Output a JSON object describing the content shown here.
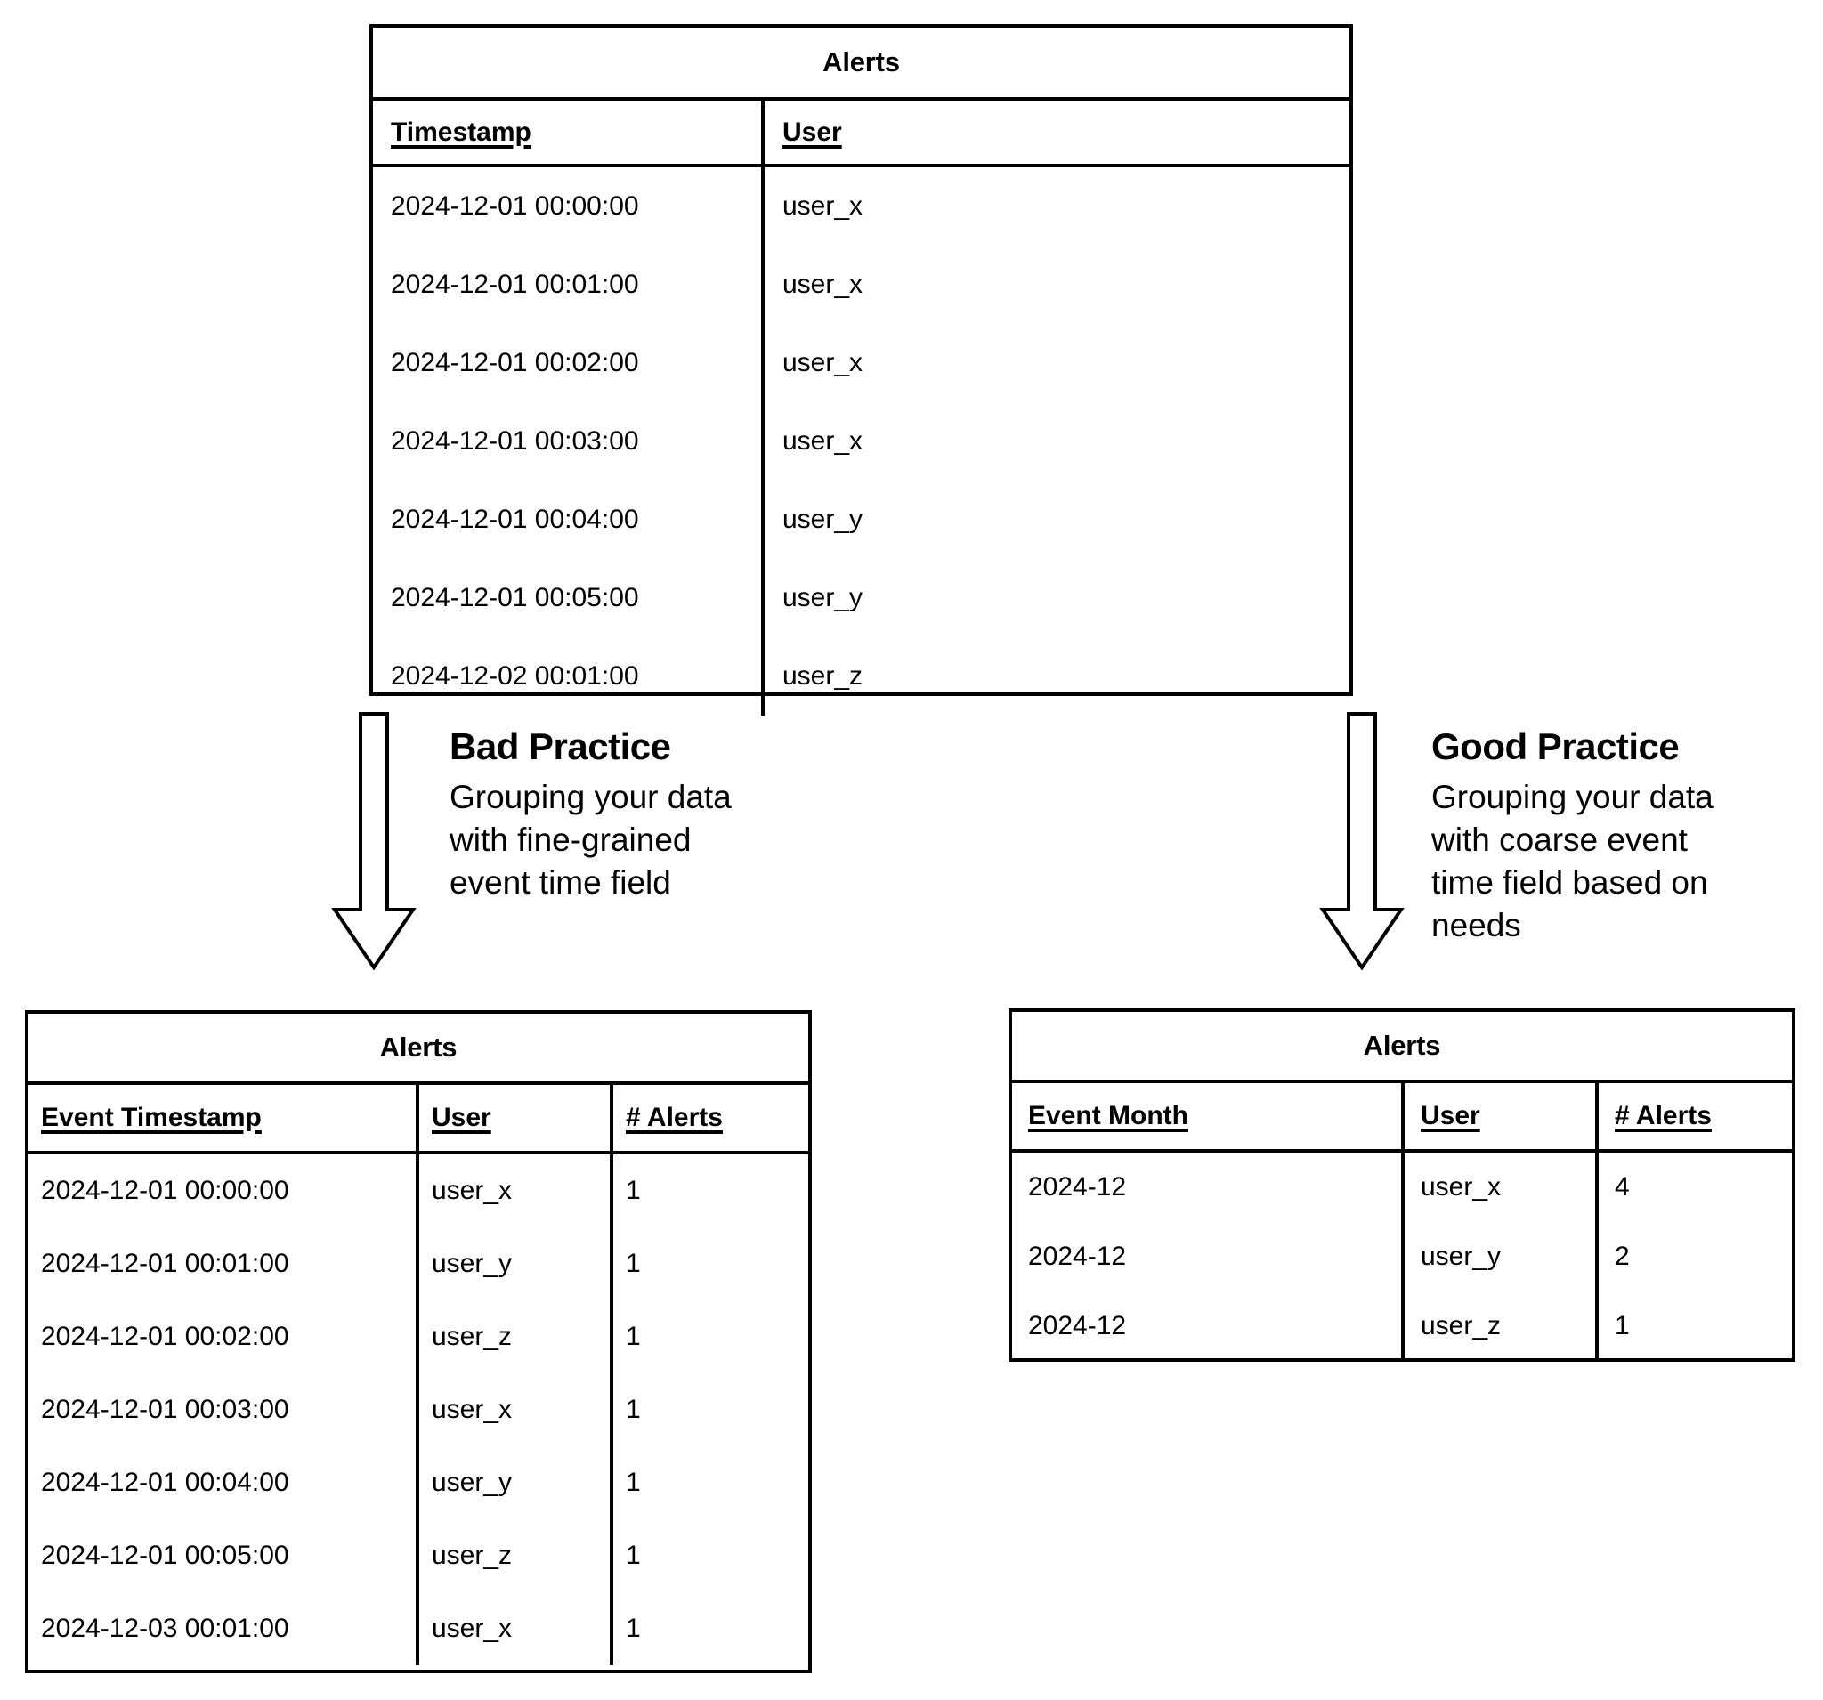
{
  "source_table": {
    "title": "Alerts",
    "columns": [
      "Timestamp",
      "User"
    ],
    "rows": [
      [
        "2024-12-01 00:00:00",
        "user_x"
      ],
      [
        "2024-12-01 00:01:00",
        "user_x"
      ],
      [
        "2024-12-01 00:02:00",
        "user_x"
      ],
      [
        "2024-12-01 00:03:00",
        "user_x"
      ],
      [
        "2024-12-01 00:04:00",
        "user_y"
      ],
      [
        "2024-12-01 00:05:00",
        "user_y"
      ],
      [
        "2024-12-02 00:01:00",
        "user_z"
      ]
    ]
  },
  "bad_branch": {
    "arrow": "down-arrow",
    "title": "Bad Practice",
    "description": "Grouping your data\nwith fine-grained\nevent time field",
    "table": {
      "title": "Alerts",
      "columns": [
        "Event Timestamp",
        "User",
        "# Alerts"
      ],
      "rows": [
        [
          "2024-12-01 00:00:00",
          "user_x",
          "1"
        ],
        [
          "2024-12-01 00:01:00",
          "user_y",
          "1"
        ],
        [
          "2024-12-01 00:02:00",
          "user_z",
          "1"
        ],
        [
          "2024-12-01 00:03:00",
          "user_x",
          "1"
        ],
        [
          "2024-12-01 00:04:00",
          "user_y",
          "1"
        ],
        [
          "2024-12-01 00:05:00",
          "user_z",
          "1"
        ],
        [
          "2024-12-03 00:01:00",
          "user_x",
          "1"
        ]
      ]
    }
  },
  "good_branch": {
    "arrow": "down-arrow",
    "title": "Good Practice",
    "description": "Grouping your data\nwith coarse event\ntime field based on\nneeds",
    "table": {
      "title": "Alerts",
      "columns": [
        "Event Month",
        "User",
        "# Alerts"
      ],
      "rows": [
        [
          "2024-12",
          "user_x",
          "4"
        ],
        [
          "2024-12",
          "user_y",
          "2"
        ],
        [
          "2024-12",
          "user_z",
          "1"
        ]
      ]
    }
  },
  "colors": {
    "stroke": "#000000",
    "background": "#ffffff",
    "text": "#000000"
  }
}
